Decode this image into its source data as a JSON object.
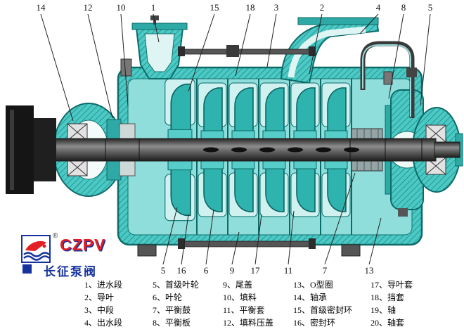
{
  "diagram": {
    "type": "multistage-centrifugal-pump-cross-section",
    "description": "Cross-section drawing of a horizontal multistage centrifugal pump with numbered part callouts"
  },
  "callouts": {
    "top": [
      "14",
      "12",
      "10",
      "1",
      "15",
      "18",
      "3",
      "2",
      "4",
      "8",
      "5"
    ],
    "bottom": [
      "5",
      "16",
      "6",
      "9",
      "17",
      "11",
      "7",
      "13"
    ]
  },
  "legend": {
    "columns": [
      [
        "1、进水段",
        "2、导叶",
        "3、中段",
        "4、出水段"
      ],
      [
        "5、首级叶轮",
        "6、叶轮",
        "7、平衡鼓",
        "8、平衡板"
      ],
      [
        "9、尾盖",
        "10、填料",
        "11、平衡套",
        "12、填料压盖"
      ],
      [
        "13、O型圈",
        "14、轴承",
        "15、首级密封环",
        "16、密封环"
      ],
      [
        "17、导叶套",
        "18、挡套",
        "19、轴",
        "20、轴套"
      ]
    ]
  },
  "logo": {
    "brand": "CZPV",
    "registered": "®",
    "company": "长征泵阀"
  },
  "colors": {
    "casing_teal": "#4cc9c5",
    "casing_dark": "#0b6b68",
    "casing_light": "#8fdedb",
    "chamber_light": "#cff2f1",
    "impeller_teal": "#2fb3ae",
    "shaft_dark": "#2b2b2b",
    "brand_red": "#e31e24",
    "brand_blue": "#16339e"
  }
}
